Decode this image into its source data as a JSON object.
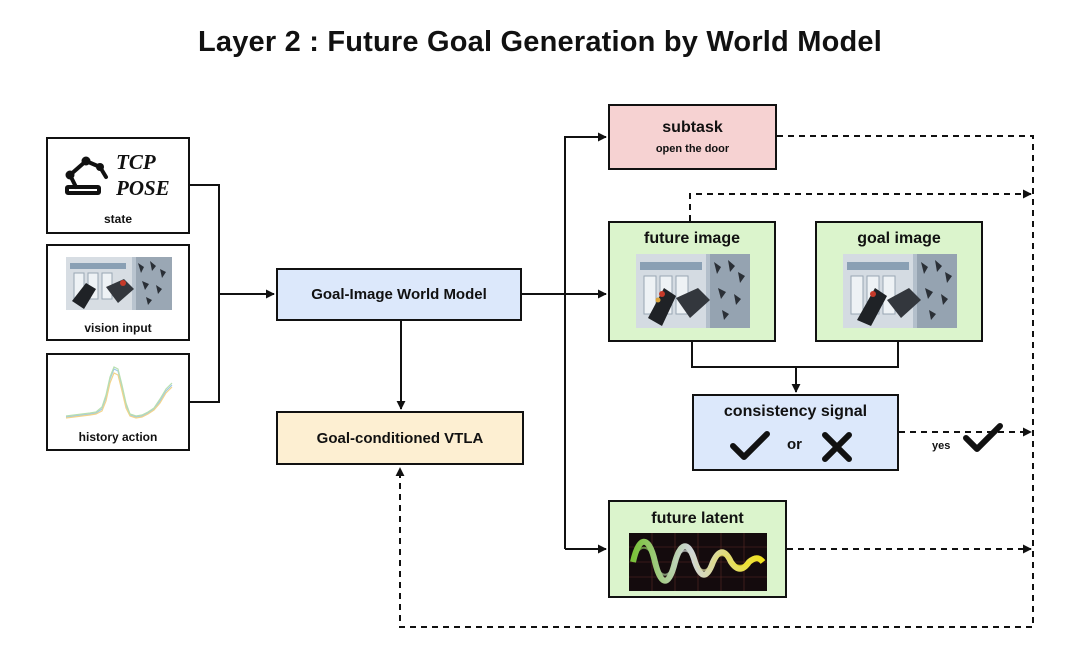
{
  "title": "Layer 2 : Future Goal Generation by World Model",
  "inputs": {
    "state": {
      "tcp_line1": "TCP",
      "tcp_line2": "POSE",
      "label": "state"
    },
    "vision": {
      "label": "vision input"
    },
    "history": {
      "label": "history action"
    }
  },
  "world_model": {
    "label": "Goal-Image World Model"
  },
  "vtla": {
    "label": "Goal-conditioned VTLA"
  },
  "subtask": {
    "title": "subtask",
    "text": "open the door"
  },
  "future_image": {
    "title": "future image"
  },
  "goal_image": {
    "title": "goal image"
  },
  "consistency": {
    "title": "consistency signal",
    "or": "or"
  },
  "yes_label": "yes",
  "future_latent": {
    "title": "future latent"
  },
  "colors": {
    "world_model_fill": "#dce8fb",
    "vtla_fill": "#fdefd2",
    "subtask_fill": "#f6d2d2",
    "green_fill": "#dbf4cc",
    "consistency_fill": "#dce8fb"
  },
  "icons": [
    "robot-arm-icon",
    "check-icon",
    "cross-icon"
  ]
}
